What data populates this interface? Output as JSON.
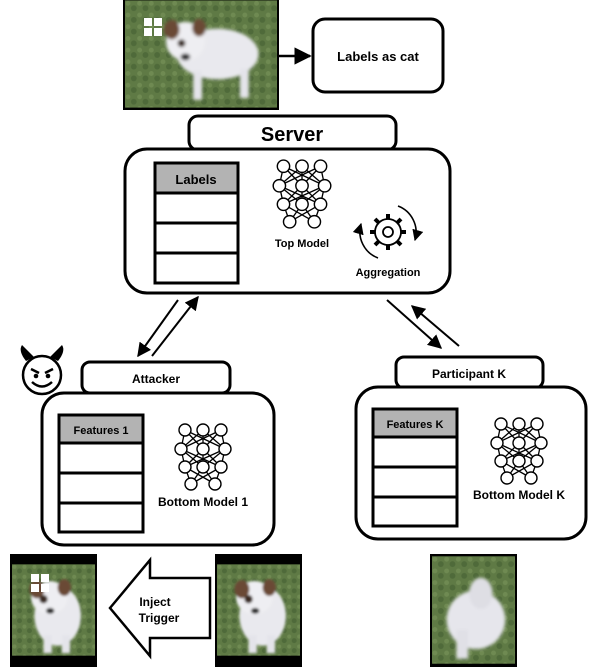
{
  "top": {
    "dog_label_text": "Labels as cat"
  },
  "server": {
    "title": "Server",
    "labels_header": "Labels",
    "top_model_label": "Top Model",
    "aggregation_label": "Aggregation"
  },
  "attacker": {
    "title": "Attacker",
    "features_header": "Features 1",
    "model_label": "Bottom Model 1"
  },
  "participant": {
    "title": "Participant K",
    "features_header": "Features K",
    "model_label": "Bottom Model K"
  },
  "bottom": {
    "inject_trigger": [
      "Inject",
      "Trigger"
    ]
  },
  "colors": {
    "stroke": "#000000",
    "table_header": "#b3b3b3",
    "devil_fill": "#ffffff",
    "photo_grass": "#5f7a45",
    "dog_white": "#e9e9ee",
    "dog_brown": "#6b4a34"
  },
  "icons": [
    "neural-network-icon",
    "gear-cycle-icon",
    "devil-face-icon",
    "trigger-pattern-icon",
    "left-arrow-icon"
  ]
}
